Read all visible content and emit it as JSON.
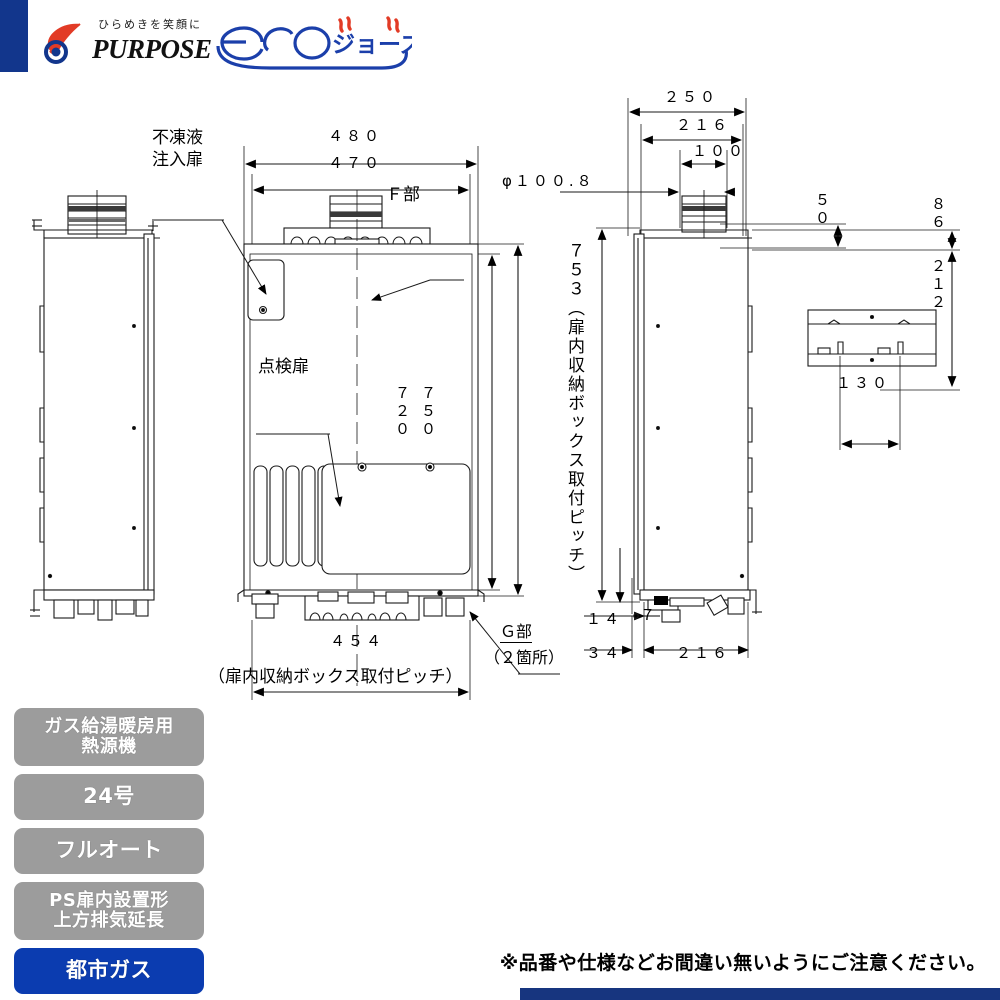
{
  "header": {
    "brand_tagline": "ひらめきを笑顔に",
    "brand_name": "PURPOSE",
    "eco_logo_text": "ecoジョーズ",
    "accent_navy": "#12368c",
    "accent_red": "#e23b26",
    "accent_blue": "#0b3cb0"
  },
  "drawing": {
    "title_labels": {
      "antifreeze_door": "不凍液\n注入扉",
      "antifreeze_door_line1": "不凍液",
      "antifreeze_door_line2": "注入扉",
      "inspection_door": "点検扉",
      "detail_f": "Ｆ部",
      "detail_g": "Ｇ部",
      "detail_g_note": "（２箇所）",
      "box_pitch_note": "（扉内収納ボックス取付ピッチ）",
      "box_pitch_vertical": "７５３（扉内収納ボックス取付ピッチ）"
    },
    "dimensions": {
      "front_width_outer": "４８０",
      "front_width_inner": "４７０",
      "front_height_inner": "７２０",
      "front_height_outer": "７５０",
      "front_bottom_pitch": "４５４",
      "side_depth_outer": "２５０",
      "side_depth_body": "２１６",
      "side_flue_width": "１００",
      "flue_diameter": "φ１００.８",
      "flue_offset": "５０",
      "top_height_86": "８６",
      "bracket_height_212": "２１２",
      "bracket_pitch_130": "１３０",
      "bottom_14": "１４",
      "bottom_7": "７",
      "bottom_34": "３４",
      "bottom_216": "２１６"
    }
  },
  "badges": [
    {
      "label_line1": "ガス給湯暖房用",
      "label_line2": "熱源機",
      "style": "two",
      "color": "#9c9c9c"
    },
    {
      "label_line1": "24号",
      "label_line2": "",
      "style": "one",
      "color": "#9c9c9c"
    },
    {
      "label_line1": "フルオート",
      "label_line2": "",
      "style": "one",
      "color": "#9c9c9c"
    },
    {
      "label_line1": "PS扉内設置形",
      "label_line2": "上方排気延長",
      "style": "two",
      "color": "#9c9c9c"
    },
    {
      "label_line1": "都市ガス",
      "label_line2": "",
      "style": "blue",
      "color": "#0b3cb0"
    }
  ],
  "footer": {
    "notice": "※品番や仕様などお間違い無いようにご注意ください。"
  }
}
